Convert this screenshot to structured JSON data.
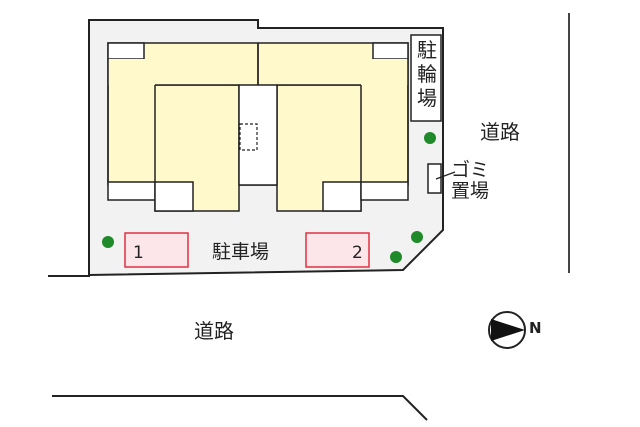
{
  "site_plan": {
    "roads": {
      "east_label": "道路",
      "south_label": "道路"
    },
    "parking": {
      "label": "駐車場",
      "spaces": [
        {
          "number": "1"
        },
        {
          "number": "2"
        }
      ]
    },
    "bicycle_parking": {
      "label_lines": [
        "駐",
        "輪",
        "場"
      ]
    },
    "garbage_area": {
      "label_lines": [
        "ゴミ",
        "置場"
      ]
    },
    "north_arrow": {
      "label": "N"
    },
    "colors": {
      "lot": "#f2f2f2",
      "building": "#fff9cc",
      "parking_space_fill": "#fde6ea",
      "parking_space_border": "#e03040",
      "tree": "#1f8a2a",
      "line": "#222222"
    }
  }
}
